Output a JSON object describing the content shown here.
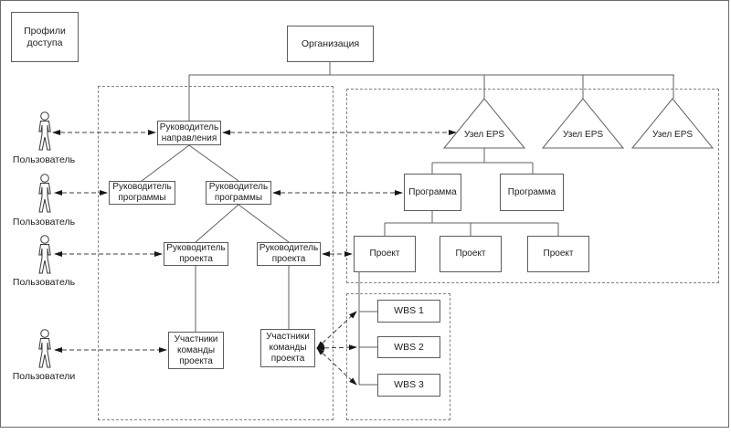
{
  "profili_box": "Профили доступа",
  "organization": "Организация",
  "hierarchy": {
    "direction_manager": "Руководитель направления",
    "program_managers": [
      "Руководитель программы",
      "Руководитель программы"
    ],
    "project_managers": [
      "Руководитель проекта",
      "Руководитель проекта"
    ],
    "team_members": [
      "Участники команды проекта",
      "Участники команды проекта"
    ]
  },
  "eps": {
    "nodes": [
      "Узел EPS",
      "Узел EPS",
      "Узел EPS"
    ],
    "programs": [
      "Программа",
      "Программа"
    ],
    "projects": [
      "Проект",
      "Проект",
      "Проект"
    ]
  },
  "wbs": [
    "WBS 1",
    "WBS 2",
    "WBS 3"
  ],
  "users": [
    "Пользователь",
    "Пользователь",
    "Пользователь",
    "Пользователи"
  ],
  "colors": {
    "box_border": "#5c5c5c",
    "connector": "#606060",
    "dashed_arrow": "#3d3d3d",
    "container_dash": "#828282",
    "background": "#ffffff"
  }
}
